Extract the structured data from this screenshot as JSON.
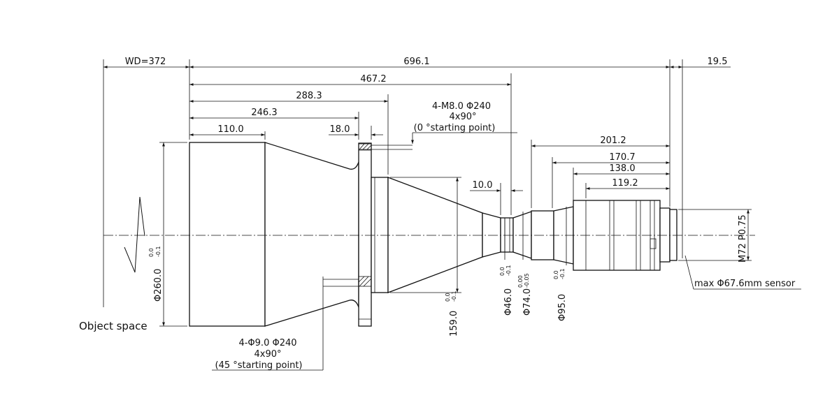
{
  "dimensions": {
    "wd": "WD=372",
    "total_length": "696.1",
    "flange_back": "19.5",
    "d467": "467.2",
    "d288": "288.3",
    "d246": "246.3",
    "d110": "110.0",
    "d18": "18.0",
    "d10": "10.0",
    "d201": "201.2",
    "d170": "170.7",
    "d138": "138.0",
    "d119": "119.2"
  },
  "diameters": {
    "front": "Φ260.0",
    "front_tol_upper": "0.0",
    "front_tol_lower": "-0.1",
    "d159": "159.0",
    "d159_tol_upper": "0.0",
    "d159_tol_lower": "-0.1",
    "d46": "Φ46.0",
    "d46_tol_upper": "0.0",
    "d46_tol_lower": "-0.1",
    "d74": "Φ74.0",
    "d74_tol_upper": "0.00",
    "d74_tol_lower": "-0.05",
    "d95": "Φ95.0",
    "d95_tol_upper": "0.0",
    "d95_tol_lower": "-0.1",
    "mount_thread": "M72 P0.75"
  },
  "notes": {
    "top_holes_line1": "4-M8.0  Φ240",
    "top_holes_line2": "4x90°",
    "top_holes_line3": "(0 °starting point)",
    "bottom_holes_line1": "4-Φ9.0   Φ240",
    "bottom_holes_line2": "4x90°",
    "bottom_holes_line3": "(45 °starting point)",
    "sensor": "max Φ67.6mm sensor",
    "object_space": "Object space"
  }
}
